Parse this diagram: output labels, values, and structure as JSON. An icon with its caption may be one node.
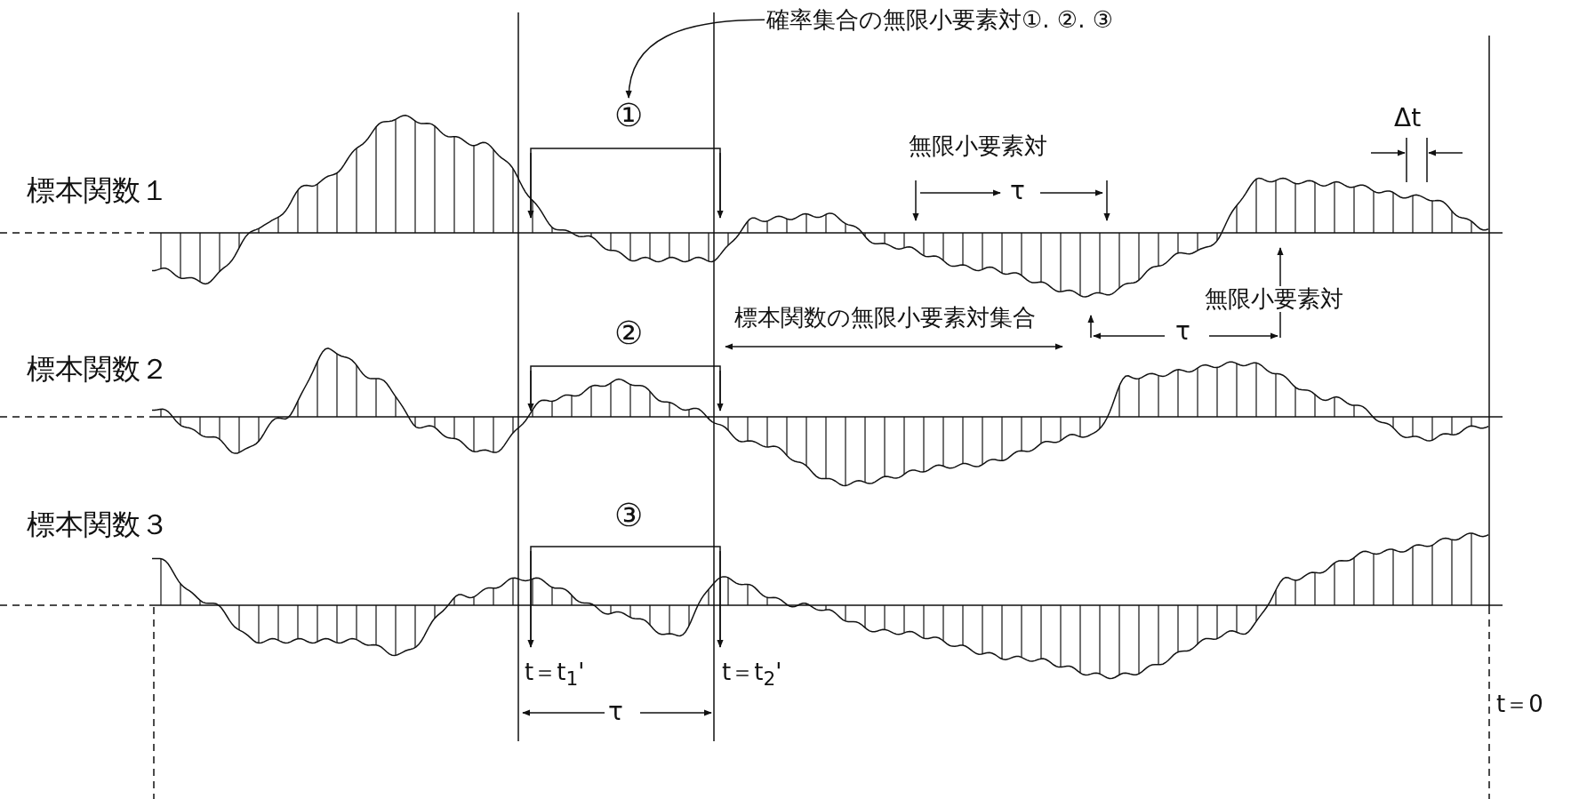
{
  "diagram": {
    "nodes": [
      {
        "text": [
          "確率集合の無限小要素対①. ②. ③"
        ]
      },
      {
        "text": [
          "①"
        ]
      }
    ],
    "edges": [
      {
        "from": 0,
        "to": 1,
        "arrow": "to"
      }
    ],
    "labels": [
      "Δt",
      "無限小要素対",
      "τ",
      "標本関数１",
      "無限小要素対",
      "②",
      "標本関数の無限小要素対集合",
      "τ",
      "標本関数２",
      "③",
      "標本関数３",
      "t＝t$_{1}$'",
      "t＝t$_{2}$'",
      "t＝0",
      "τ"
    ]
  }
}
